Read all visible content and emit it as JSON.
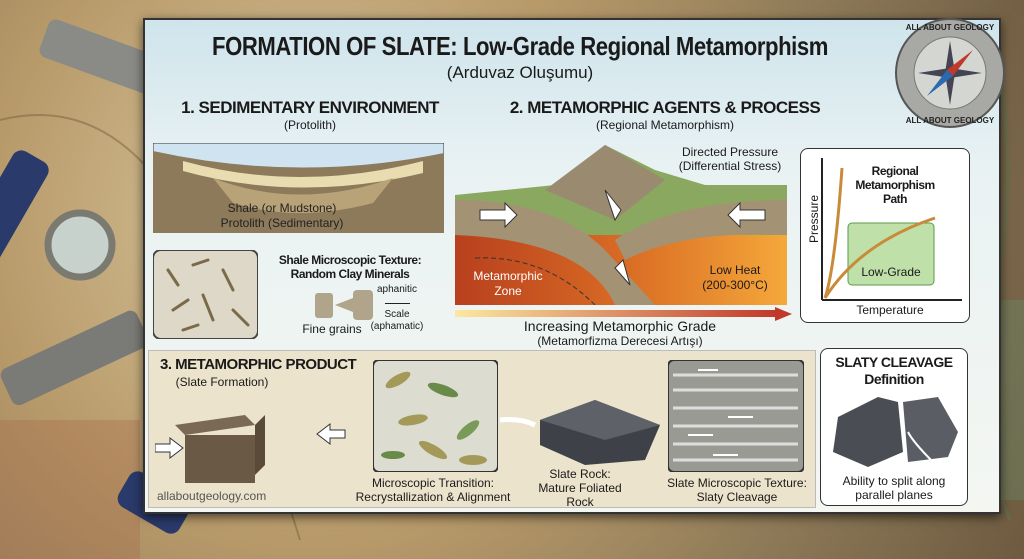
{
  "title": "FORMATION OF SLATE: Low-Grade Regional Metamorphism",
  "subtitle": "(Arduvaz Oluşumu)",
  "logo": {
    "text_top": "ALL ABOUT GEOLOGY",
    "text_bottom": "ALL ABOUT GEOLOGY"
  },
  "section1": {
    "heading": "1. SEDIMENTARY ENVIRONMENT",
    "sub": "(Protolith)",
    "label1": "Shale (or Mudstone)",
    "label2": "Protolith (Sedimentary)",
    "texture_title1": "Shale Microscopic Texture:",
    "texture_title2": "Random Clay Minerals",
    "aphanitic": "aphanitic",
    "scale1": "Scale",
    "scale2": "(aphamatic)",
    "fine_grains": "Fine grains"
  },
  "section2": {
    "heading": "2. METAMORPHIC AGENTS & PROCESS",
    "sub": "(Regional Metamorphism)",
    "pressure1": "Directed Pressure",
    "pressure2": "(Differential Stress)",
    "zone1": "Metamorphic",
    "zone2": "Zone",
    "heat1": "Low Heat",
    "heat2": "(200-300°C)",
    "grade1": "Increasing Metamorphic Grade",
    "grade2": "(Metamorfizma Derecesi Artışı)"
  },
  "graph": {
    "title1": "Regional",
    "title2": "Metamorphism",
    "title3": "Path",
    "ylabel": "Pressure",
    "xlabel": "Temperature",
    "box": "Low-Grade"
  },
  "section3": {
    "heading": "3. METAMORPHIC PRODUCT",
    "sub": "(Slate Formation)",
    "micro1": "Microscopic Transition:",
    "micro2": "Recrystallization & Alignment",
    "rock1": "Slate Rock:",
    "rock2": "Mature Foliated",
    "rock3": "Rock",
    "tex1": "Slate Microscopic Texture:",
    "tex2": "Slaty Cleavage",
    "website": "allaboutgeology.com"
  },
  "cleavage": {
    "heading1": "SLATY CLEAVAGE",
    "heading2": "Definition",
    "desc1": "Ability to split along",
    "desc2": "parallel planes"
  },
  "colors": {
    "accent_red": "#c0392b",
    "beige": "#ece3cc",
    "green_box": "#bfe0a8"
  }
}
